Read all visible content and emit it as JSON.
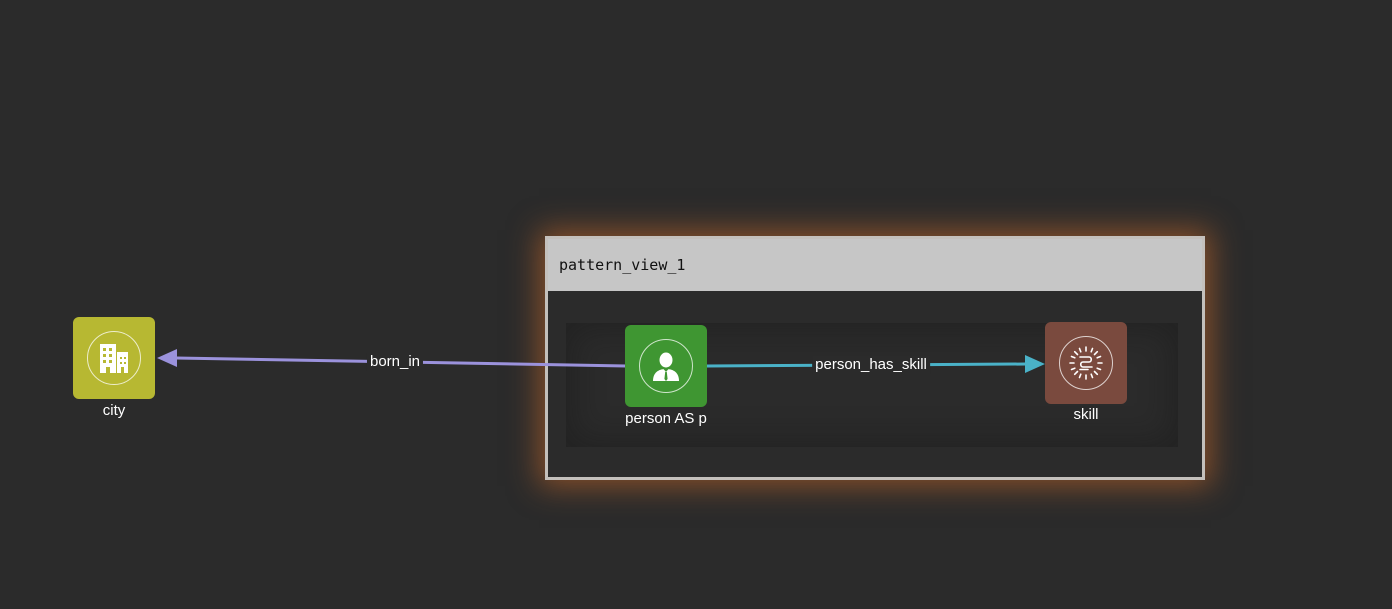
{
  "pattern_view": {
    "title": "pattern_view_1",
    "glow_color": "#d66e28"
  },
  "nodes": [
    {
      "id": "city",
      "label": "city",
      "color": "#b7b832",
      "icon": "building-icon"
    },
    {
      "id": "person",
      "label": "person AS p",
      "color": "#3f9632",
      "icon": "person-icon"
    },
    {
      "id": "skill",
      "label": "skill",
      "color": "#7a4a3e",
      "icon": "skill-icon"
    }
  ],
  "edges": [
    {
      "id": "born_in",
      "label": "born_in",
      "from": "person",
      "to": "city",
      "color": "#9b92dc"
    },
    {
      "id": "person_has_skill",
      "label": "person_has_skill",
      "from": "person",
      "to": "skill",
      "color": "#4ab2c8"
    }
  ]
}
